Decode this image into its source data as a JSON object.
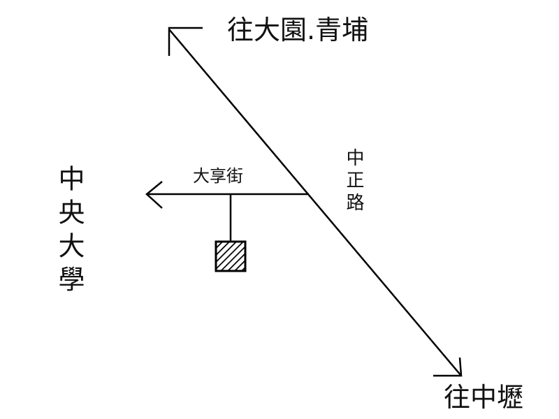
{
  "labels": {
    "north": "往大園.青埔",
    "south": "往中壢",
    "campus": "中央大學",
    "street": "大享街",
    "road": "中正路"
  },
  "colors": {
    "line": "#000000",
    "text": "#111111",
    "background": "#ffffff"
  },
  "icons": {
    "destination_marker": "hatched-square",
    "direction_arrows": "arrowheads"
  }
}
